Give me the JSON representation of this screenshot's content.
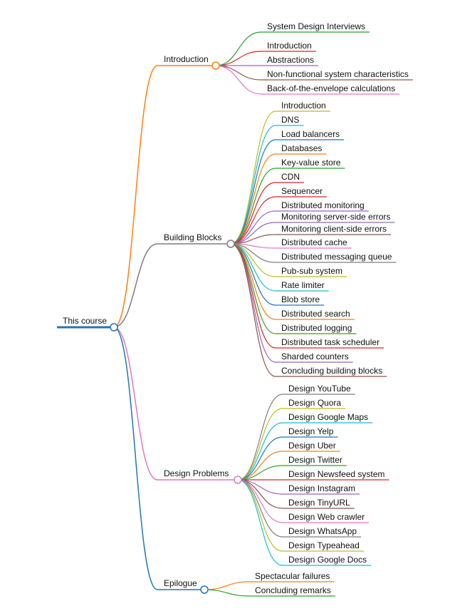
{
  "root": {
    "label": "This course",
    "color": "#1f77b4",
    "children": [
      {
        "label": "Introduction",
        "color": "#ff7f0e",
        "children": [
          {
            "label": "System Design Interviews",
            "color": "#2ca02c"
          },
          {
            "label": "Introduction",
            "color": "#d62728"
          },
          {
            "label": "Abstractions",
            "color": "#9467bd"
          },
          {
            "label": "Non-functional system characteristics",
            "color": "#8c564b"
          },
          {
            "label": "Back-of-the-envelope calculations",
            "color": "#e377c2"
          }
        ]
      },
      {
        "label": "Building Blocks",
        "color": "#7f7f7f",
        "children": [
          {
            "label": "Introduction",
            "color": "#bcbd22"
          },
          {
            "label": "DNS",
            "color": "#17becf"
          },
          {
            "label": "Load balancers",
            "color": "#1f77b4"
          },
          {
            "label": "Databases",
            "color": "#ff7f0e"
          },
          {
            "label": "Key-value store",
            "color": "#2ca02c"
          },
          {
            "label": "CDN",
            "color": "#d62728"
          },
          {
            "label": "Sequencer",
            "color": "#d62728"
          },
          {
            "label": "Distributed monitoring",
            "color": "#9467bd"
          },
          {
            "label": "Monitoring server-side errors",
            "color": "#9467bd"
          },
          {
            "label": "Monitoring client-side errors",
            "color": "#8c564b"
          },
          {
            "label": "Distributed cache",
            "color": "#e377c2"
          },
          {
            "label": "Distributed messaging queue",
            "color": "#7f7f7f"
          },
          {
            "label": "Pub-sub system",
            "color": "#bcbd22"
          },
          {
            "label": "Rate limiter",
            "color": "#17becf"
          },
          {
            "label": "Blob store",
            "color": "#1f77b4"
          },
          {
            "label": "Distributed search",
            "color": "#ff7f0e"
          },
          {
            "label": "Distributed logging",
            "color": "#2ca02c"
          },
          {
            "label": "Distributed task scheduler",
            "color": "#d62728"
          },
          {
            "label": "Sharded counters",
            "color": "#9467bd"
          },
          {
            "label": "Concluding building blocks",
            "color": "#8c564b"
          }
        ]
      },
      {
        "label": "Design Problems",
        "color": "#e377c2",
        "children": [
          {
            "label": "Design YouTube",
            "color": "#7f7f7f"
          },
          {
            "label": "Design Quora",
            "color": "#bcbd22"
          },
          {
            "label": "Design Google Maps",
            "color": "#17becf"
          },
          {
            "label": "Design Yelp",
            "color": "#1f77b4"
          },
          {
            "label": "Design Uber",
            "color": "#ff7f0e"
          },
          {
            "label": "Design Twitter",
            "color": "#2ca02c"
          },
          {
            "label": "Design Newsfeed system",
            "color": "#d62728"
          },
          {
            "label": "Design Instagram",
            "color": "#9467bd"
          },
          {
            "label": "Design TinyURL",
            "color": "#8c564b"
          },
          {
            "label": "Design Web crawler",
            "color": "#e377c2"
          },
          {
            "label": "Design WhatsApp",
            "color": "#7f7f7f"
          },
          {
            "label": "Design Typeahead",
            "color": "#bcbd22"
          },
          {
            "label": "Design Google Docs",
            "color": "#17becf"
          }
        ]
      },
      {
        "label": "Epilogue",
        "color": "#1f77b4",
        "children": [
          {
            "label": "Spectacular failures",
            "color": "#ff7f0e"
          },
          {
            "label": "Concluding remarks",
            "color": "#2ca02c"
          }
        ]
      }
    ]
  }
}
